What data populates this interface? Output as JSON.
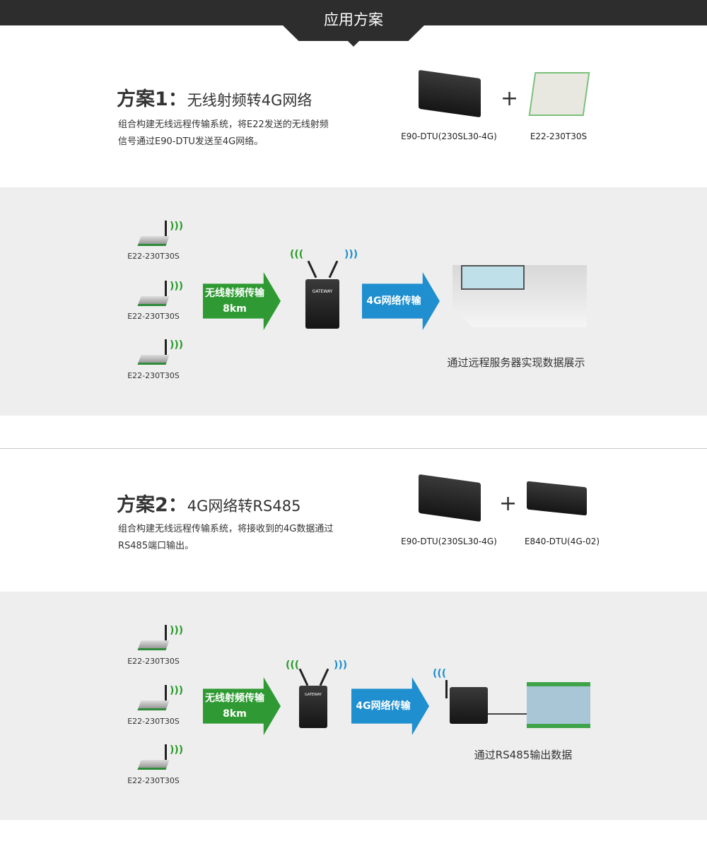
{
  "header": {
    "title": "应用方案"
  },
  "scheme1": {
    "title": "方案1：",
    "subtitle": "无线射频转4G网络",
    "desc_line1": "组合构建无线远程传输系统，将E22发送的无线射频",
    "desc_line2": "信号通过E90-DTU发送至4G网络。",
    "product1": "E90-DTU(230SL30-4G)",
    "product2": "E22-230T30S",
    "plus": "+",
    "diagram": {
      "modules": [
        "E22-230T30S",
        "E22-230T30S",
        "E22-230T30S"
      ],
      "arrow1_line1": "无线射频传输",
      "arrow1_line2": "8km",
      "arrow2": "4G网络传输",
      "caption": "通过远程服务器实现数据展示",
      "gateway_label": "GATEWAY"
    }
  },
  "scheme2": {
    "title": "方案2：",
    "subtitle": "4G网络转RS485",
    "desc_line1": "组合构建无线远程传输系统，将接收到的4G数据通过",
    "desc_line2": "RS485端口输出。",
    "product1": "E90-DTU(230SL30-4G)",
    "product2": "E840-DTU(4G-02)",
    "plus": "+",
    "diagram": {
      "modules": [
        "E22-230T30S",
        "E22-230T30S",
        "E22-230T30S"
      ],
      "arrow1_line1": "无线射频传输",
      "arrow1_line2": "8km",
      "arrow2": "4G网络传输",
      "caption": "通过RS485输出数据",
      "gateway_label": "GATEWAY"
    }
  },
  "colors": {
    "header": "#2d2d2d",
    "section_gray": "#eeeeee",
    "green_arrow": "#2f9a33",
    "blue_arrow": "#1f8fcf"
  }
}
